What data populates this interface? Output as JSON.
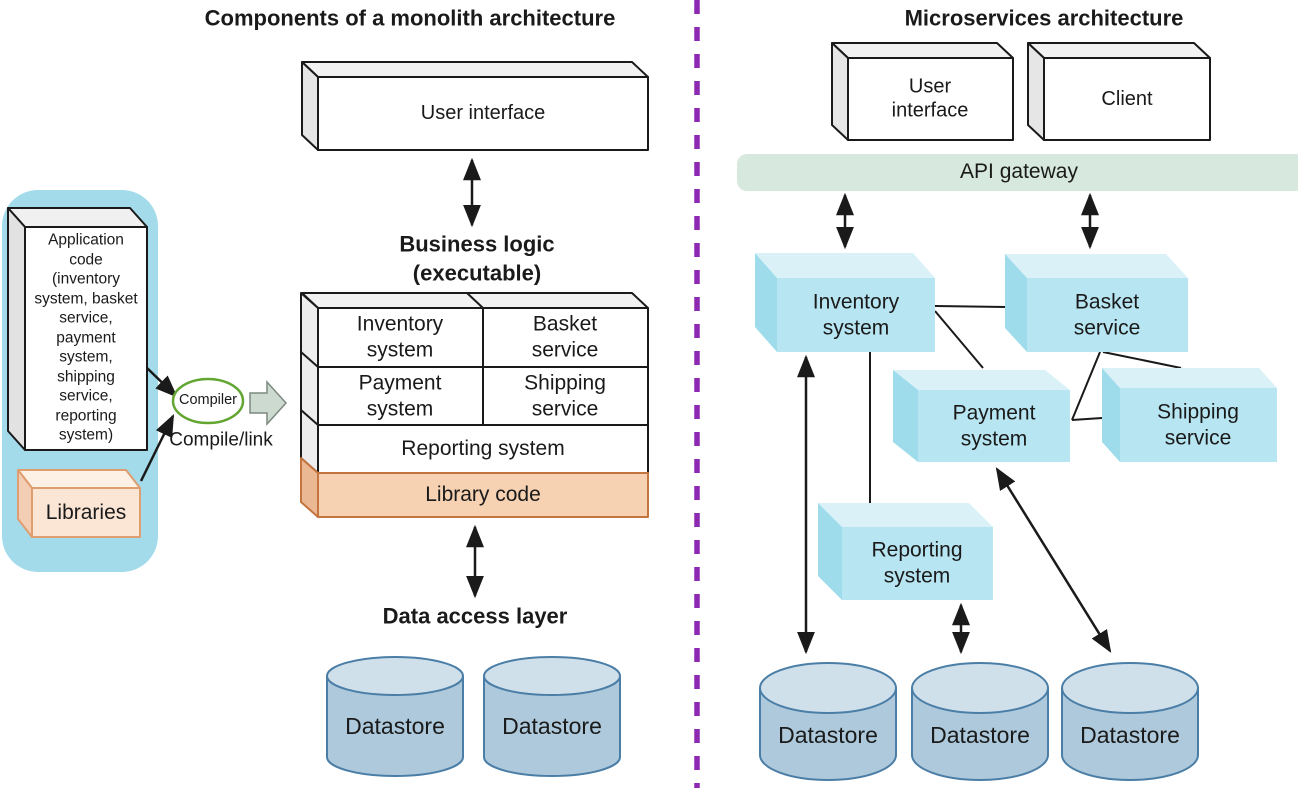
{
  "monolith": {
    "title": "Components of a monolith architecture",
    "user_interface": "User interface",
    "business_logic_title": "Business logic\n(executable)",
    "cells": [
      "Inventory\nsystem",
      "Basket\nservice",
      "Payment\nsystem",
      "Shipping\nservice",
      "Reporting system",
      "Library code"
    ],
    "application_code": "Application\ncode\n(inventory\nsystem, basket\nservice,\npayment\nsystem,\nshipping\nservice,\nreporting\nsystem)",
    "libraries": "Libraries",
    "compiler": "Compiler",
    "compile_link": "Compile/link",
    "data_access_layer": "Data access layer",
    "datastores": [
      "Datastore",
      "Datastore"
    ]
  },
  "microservices": {
    "title": "Microservices architecture",
    "user_interface": "User\ninterface",
    "client": "Client",
    "api_gateway": "API gateway",
    "services": [
      "Inventory\nsystem",
      "Basket\nservice",
      "Payment\nsystem",
      "Shipping\nservice",
      "Reporting\nsystem"
    ],
    "datastores": [
      "Datastore",
      "Datastore",
      "Datastore"
    ]
  },
  "colors": {
    "container_blue": "#a3dbeb",
    "service_box_face": "#b7e5f1",
    "service_box_top": "#daf1f8",
    "service_box_side": "#9edceb",
    "library_face": "#f6d1b2",
    "library_stroke": "#c4743f",
    "libraries_face": "#fbe5d4",
    "api_gateway_green": "#d7e9de",
    "datastore_body": "#adc9db",
    "datastore_top": "#d0e0eb",
    "datastore_stroke": "#4b7ea6",
    "divider_purple": "#8d28b2",
    "compiler_green": "#63a532",
    "block_arrow_fill": "#ccdacf",
    "line_black": "#1a1a1a"
  }
}
